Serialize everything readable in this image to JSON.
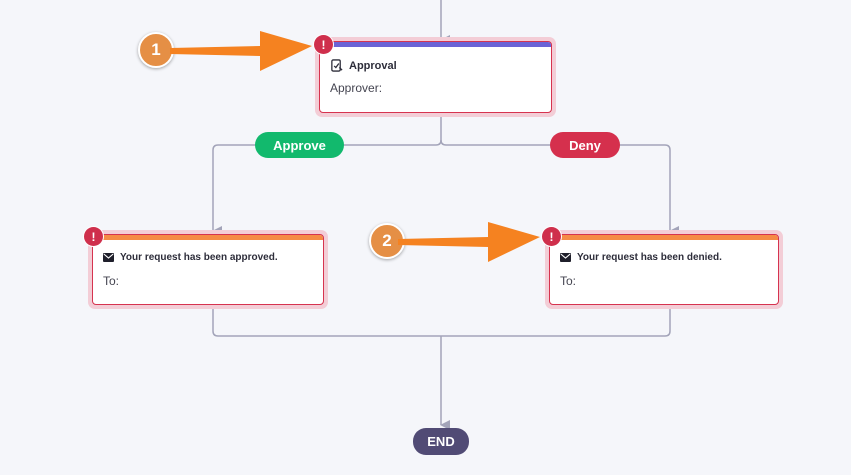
{
  "approval_node": {
    "title": "Approval",
    "field_label": "Approver:",
    "icon": "approval-document-icon",
    "error_badge": "!"
  },
  "branches": {
    "approve_label": "Approve",
    "deny_label": "Deny"
  },
  "approved_email_node": {
    "title": "Your request has been approved.",
    "field_label": "To:",
    "icon": "envelope-icon",
    "error_badge": "!"
  },
  "denied_email_node": {
    "title": "Your request has been denied.",
    "field_label": "To:",
    "icon": "envelope-icon",
    "error_badge": "!"
  },
  "end_node": {
    "label": "END"
  },
  "callouts": [
    {
      "number": "1"
    },
    {
      "number": "2"
    }
  ],
  "colors": {
    "connector": "#a3a4b9",
    "approve": "#12b96d",
    "deny": "#d5304d",
    "end": "#514b75",
    "error": "#cf2f4c",
    "callout_arrow": "#f58220",
    "approval_bar": "#6b63d6",
    "email_bar": "#f58b45"
  }
}
